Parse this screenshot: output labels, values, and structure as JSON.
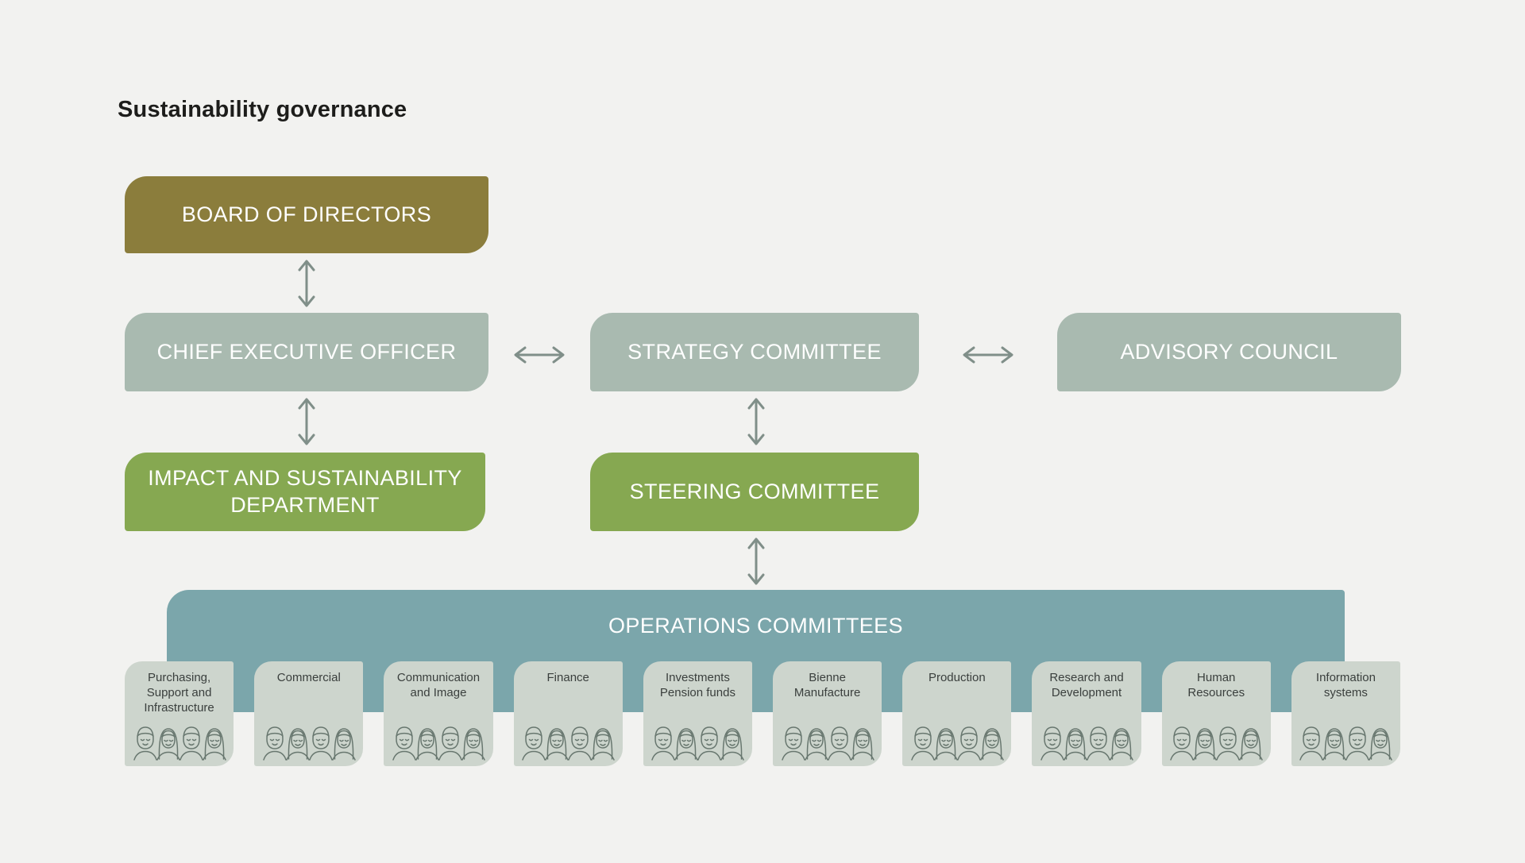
{
  "title": "Sustainability governance",
  "colors": {
    "bg": "#f2f2f0",
    "olive": "#8b7d3c",
    "sage": "#a9bab0",
    "green": "#86a851",
    "teal": "#7ba6ab",
    "lightsage": "#cdd5cd",
    "arrow": "#808f89",
    "icon": "#68776f",
    "title_text": "#1d1d1b",
    "box_text": "#ffffff",
    "committee_text": "#3a3f3d"
  },
  "nodes": {
    "board": {
      "label": "BOARD OF DIRECTORS"
    },
    "ceo": {
      "label": "CHIEF EXECUTIVE OFFICER"
    },
    "strategy": {
      "label": "STRATEGY COMMITTEE"
    },
    "advisory": {
      "label": "ADVISORY COUNCIL"
    },
    "impact": {
      "label": "IMPACT AND SUSTAINABILITY\nDEPARTMENT"
    },
    "steering": {
      "label": "STEERING COMMITTEE"
    },
    "operations": {
      "label": "OPERATIONS COMMITTEES"
    }
  },
  "committees": [
    {
      "label": "Purchasing,\nSupport and\nInfrastructure"
    },
    {
      "label": "Commercial"
    },
    {
      "label": "Communication\nand Image"
    },
    {
      "label": "Finance"
    },
    {
      "label": "Investments\nPension funds"
    },
    {
      "label": "Bienne\nManufacture"
    },
    {
      "label": "Production"
    },
    {
      "label": "Research and\nDevelopment"
    },
    {
      "label": "Human\nResources"
    },
    {
      "label": "Information\nsystems"
    }
  ]
}
